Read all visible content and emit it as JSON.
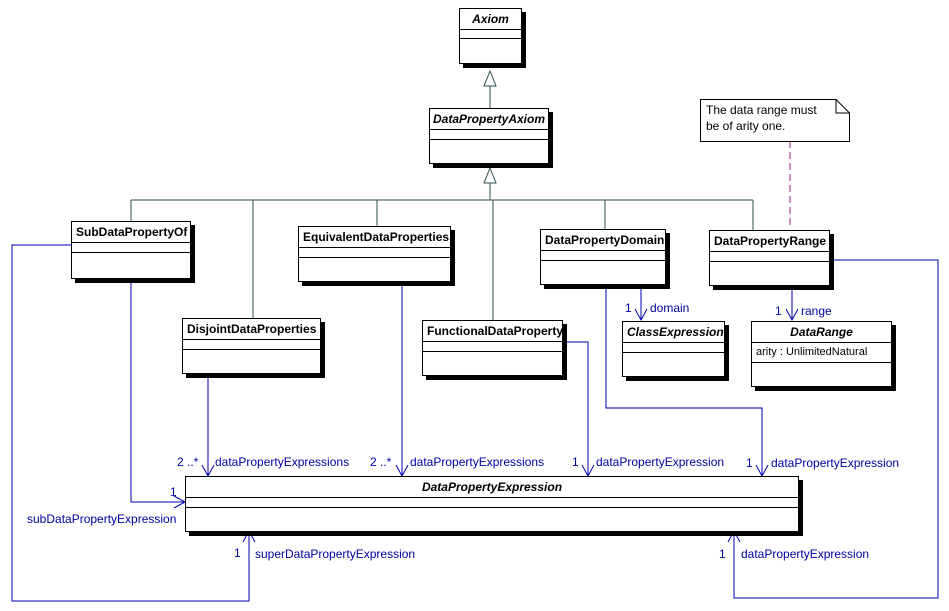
{
  "classes": {
    "axiom": "Axiom",
    "data_property_axiom": "DataPropertyAxiom",
    "sub_data_property_of": "SubDataPropertyOf",
    "equivalent_data_properties": "EquivalentDataProperties",
    "disjoint_data_properties": "DisjointDataProperties",
    "functional_data_property": "FunctionalDataProperty",
    "data_property_domain": "DataPropertyDomain",
    "data_property_range": "DataPropertyRange",
    "class_expression": "ClassExpression",
    "data_range": "DataRange",
    "data_range_attribute": "arity : UnlimitedNatural",
    "data_property_expression": "DataPropertyExpression"
  },
  "note": {
    "line1": "The data range must",
    "line2": "be of arity one."
  },
  "associations": {
    "disjoint_mult": "2 ..*",
    "disjoint_role": "dataPropertyExpressions",
    "equivalent_mult": "2 ..*",
    "equivalent_role": "dataPropertyExpressions",
    "functional_mult": "1",
    "functional_role": "dataPropertyExpression",
    "domain_dpe_mult": "1",
    "domain_dpe_role": "dataPropertyExpression",
    "sub_mult": "1",
    "sub_role": "subDataPropertyExpression",
    "super_mult": "1",
    "super_role": "superDataPropertyExpression",
    "range_dpe_mult": "1",
    "range_dpe_role": "dataPropertyExpression",
    "domain_mult": "1",
    "domain_role": "domain",
    "range_mult": "1",
    "range_role": "range"
  },
  "colors": {
    "generalization": "#2f4f4f",
    "association": "#0000b0",
    "label": "#0000a0",
    "note_link": "#a0207f"
  }
}
